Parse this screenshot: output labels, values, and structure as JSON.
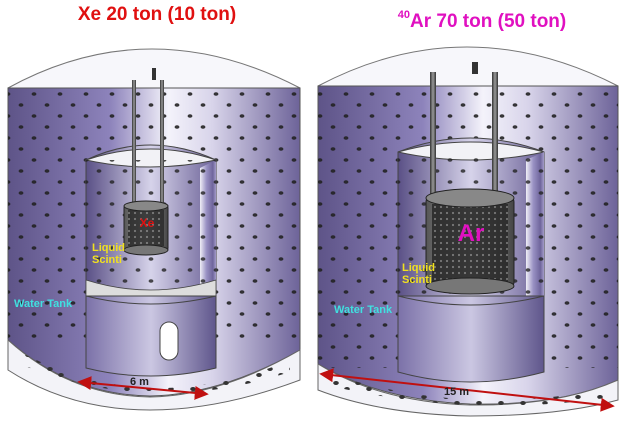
{
  "colors": {
    "xe_title": "#e01010",
    "ar_title": "#e010c0",
    "label_yellow": "#f0e020",
    "label_cyan": "#40e0e0",
    "arrow": "#c01010",
    "wall_purple": "#7a6fa8"
  },
  "left": {
    "title": "Xe  20 ton (10 ton)",
    "core_label": "Xe",
    "scintillator_label": [
      "Liquid",
      "Scinti"
    ],
    "tank_label": "Water Tank",
    "dimension": "6 m"
  },
  "right": {
    "title_superscript": "40",
    "title": "Ar 70 ton (50 ton)",
    "core_label": "Ar",
    "scintillator_label": [
      "Liquid",
      "Scinti"
    ],
    "tank_label": "Water Tank",
    "dimension": "15 m"
  }
}
